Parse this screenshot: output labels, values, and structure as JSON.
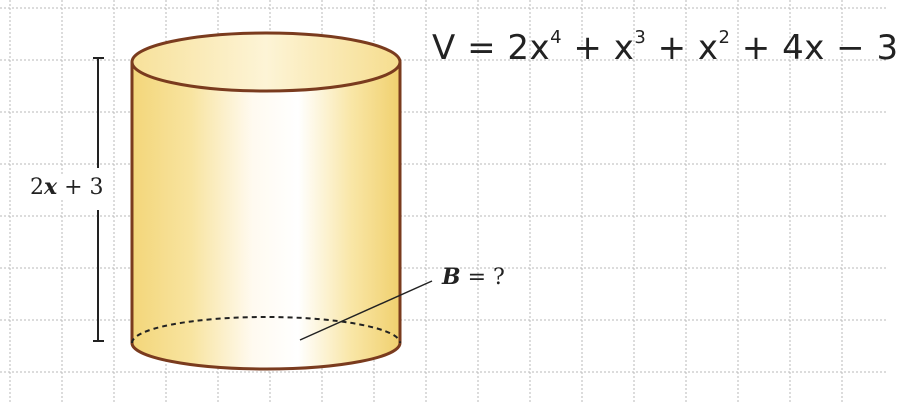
{
  "formula": {
    "lhs": "V",
    "eq": " = ",
    "t1_coef": "2x",
    "t1_exp": "4",
    "op1": " + ",
    "t2_base": "x",
    "t2_exp": "3",
    "op2": " + ",
    "t3_base": "x",
    "t3_exp": "2",
    "op3": " + ",
    "t4": "4x",
    "op4": " − ",
    "t5": "3"
  },
  "height_label": {
    "coef": "2",
    "var": "x",
    "rest": " + 3"
  },
  "base_label": {
    "var": "B",
    "rest": " = ?"
  },
  "colors": {
    "cylinder_fill": "#f5dc82",
    "cylinder_outline": "#7a3b1e",
    "grid": "#b8b8b8"
  }
}
